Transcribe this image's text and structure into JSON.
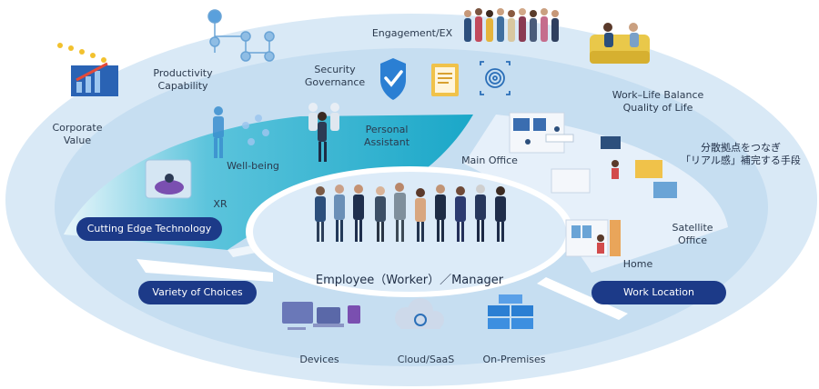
{
  "labels": {
    "engagement": "Engagement/EX",
    "productivity": "Productivity\nCapability",
    "security": "Security\nGovernance",
    "corporate_value": "Corporate\nValue",
    "work_life": "Work–Life Balance\nQuality of Life",
    "personal_assistant": "Personal\nAssistant",
    "well_being": "Well-being",
    "xr": "XR",
    "main_office": "Main Office",
    "satellite_office": "Satellite\nOffice",
    "home": "Home",
    "jp_caption": "分散拠点をつなぎ\n「リアル感」補完する手段",
    "center": "Employee（Worker）／Manager",
    "devices": "Devices",
    "cloud": "Cloud/SaaS",
    "on_premises": "On-Premises"
  },
  "pills": {
    "cutting_edge": "Cutting Edge Technology",
    "variety": "Variety of Choices",
    "work_location": "Work Location"
  },
  "colors": {
    "outer_ring": "#cfe3f3",
    "mid_ring": "#b6d3ec",
    "inner_disc": "#deebf7",
    "teal_band": "#31b6cf",
    "pill": "#1c3a88",
    "shield": "#2b7fd3"
  }
}
